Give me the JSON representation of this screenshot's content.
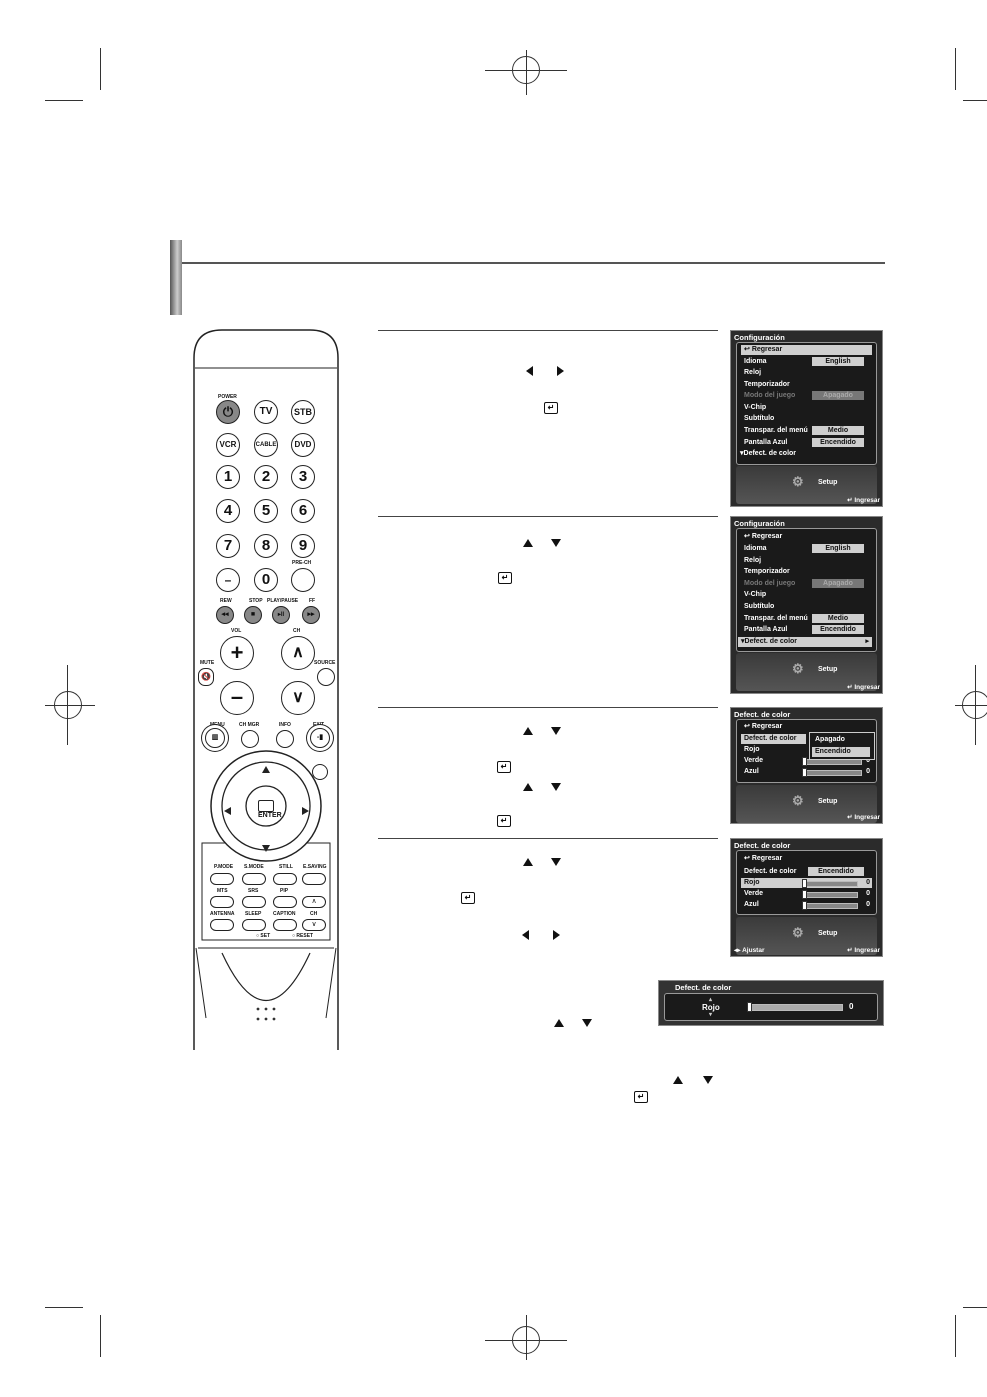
{
  "remote": {
    "power": "POWER",
    "tv": "TV",
    "stb": "STB",
    "vcr": "VCR",
    "cable": "CABLE",
    "dvd": "DVD",
    "digits": [
      "1",
      "2",
      "3",
      "4",
      "5",
      "6",
      "7",
      "8",
      "9"
    ],
    "dash": "–",
    "zero": "0",
    "prech": "PRE-CH",
    "transport": [
      "REW",
      "STOP",
      "PLAY/PAUSE",
      "FF"
    ],
    "vol": "VOL",
    "ch": "CH",
    "mute": "MUTE",
    "source": "SOURCE",
    "menu": "MENU",
    "chmgr": "CH MGR",
    "info": "INFO",
    "exit": "EXIT",
    "enter": "ENTER",
    "row1": [
      "P.MODE",
      "S.MODE",
      "STILL",
      "E.SAVING"
    ],
    "row2": [
      "MTS",
      "SRS",
      "PIP"
    ],
    "row3": [
      "ANTENNA",
      "SLEEP",
      "CAPTION",
      "CH"
    ],
    "set": "SET",
    "reset": "RESET"
  },
  "osd1": {
    "title": "Configuración",
    "items": [
      "Regresar",
      "Idioma",
      "Reloj",
      "Temporizador",
      "Modo del juego",
      "V-Chip",
      "Subtítulo",
      "Transpar. del menú",
      "Pantalla Azul",
      "Defect. de color"
    ],
    "values": {
      "idioma": "English",
      "modo": "Apagado",
      "transpar": "Medio",
      "pantalla": "Encendido"
    },
    "setup": "Setup",
    "ingresar": "Ingresar"
  },
  "osd2": {
    "title": "Configuración",
    "items": [
      "Regresar",
      "Idioma",
      "Reloj",
      "Temporizador",
      "Modo del juego",
      "V-Chip",
      "Subtítulo",
      "Transpar. del menú",
      "Pantalla Azul",
      "Defect. de color"
    ],
    "values": {
      "idioma": "English",
      "modo": "Apagado",
      "transpar": "Medio",
      "pantalla": "Encendido"
    },
    "setup": "Setup",
    "ingresar": "Ingresar"
  },
  "osd3": {
    "title": "Defect. de color",
    "items": [
      "Regresar",
      "Defect. de color",
      "Rojo",
      "Verde",
      "Azul"
    ],
    "dropdown": [
      "Apagado",
      "Encendido"
    ],
    "values": {
      "verde": "0",
      "azul": "0"
    },
    "setup": "Setup",
    "ingresar": "Ingresar"
  },
  "osd4": {
    "title": "Defect. de color",
    "items": [
      "Regresar",
      "Defect. de color",
      "Rojo",
      "Verde",
      "Azul"
    ],
    "value": "Encendido",
    "nums": [
      "0",
      "0",
      "0"
    ],
    "setup": "Setup",
    "ajustar": "Ajustar",
    "ingresar": "Ingresar"
  },
  "slider": {
    "title": "Defect. de color",
    "label": "Rojo",
    "value": "0"
  }
}
